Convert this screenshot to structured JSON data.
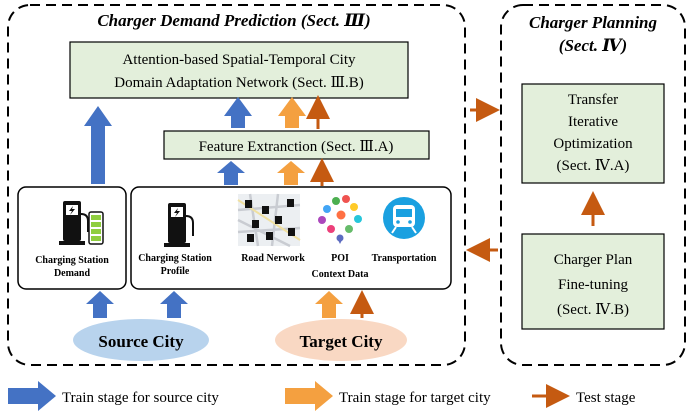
{
  "left_panel": {
    "title": "Charger Demand Prediction (Sect. Ⅲ)",
    "astcda": {
      "line1": "Attention-based Spatial-Temporal City",
      "line2": "Domain Adaptation Network (Sect. Ⅲ.B)"
    },
    "feature_extraction": "Feature Extranction (Sect. Ⅲ.A)",
    "charging_station_demand": {
      "line1": "Charging Station",
      "line2": "Demand"
    },
    "charging_station_profile": {
      "line1": "Charging Station",
      "line2": "Profile"
    },
    "road_network": "Road Nerwork",
    "poi": "POI",
    "transportation": "Transportation",
    "context_data": "Context Data",
    "source_city": "Source City",
    "target_city": "Target City"
  },
  "right_panel": {
    "title_line1": "Charger Planning",
    "title_line2": "(Sect. Ⅳ)",
    "tio": {
      "line1": "Transfer",
      "line2": "Iterative",
      "line3": "Optimization",
      "line4": "(Sect. Ⅳ.A)"
    },
    "fine_tuning": {
      "line1": "Charger Plan",
      "line2": "Fine-tuning",
      "line3": "(Sect. Ⅳ.B)"
    }
  },
  "legend": {
    "source": "Train stage for source city",
    "target": "Train stage for target city",
    "test": "Test stage"
  },
  "colors": {
    "box_fill": "#e3efdb",
    "blue_arrow": "#4472c4",
    "orange_arrow": "#f4a040",
    "brown_arrow": "#c55a11",
    "source_ellipse": "#b8d3ed",
    "target_ellipse": "#f9d8c3"
  }
}
